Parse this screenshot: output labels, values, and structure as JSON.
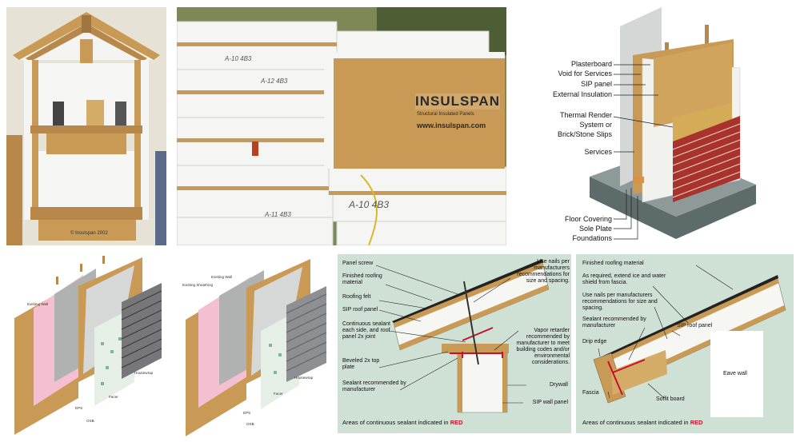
{
  "photo_model": {
    "stamp": "© Insulspan 2002"
  },
  "photo_stack": {
    "brand": "INSULSPAN",
    "brand_sub": "Structural Insulated Panels",
    "url": "www.insulspan.com",
    "marks": [
      "A-10 4B3",
      "A-12 4B3",
      "A-11 4B3",
      "A-10 4B3"
    ]
  },
  "wall_section": {
    "labels": [
      "Plasterboard",
      "Void for Services",
      "SIP panel",
      "External Insulation",
      "Thermal Render",
      "System or",
      "Brick/Stone Slips",
      "Services",
      "Floor Covering",
      "Sole Plate",
      "Foundations"
    ]
  },
  "retro_brick": {
    "labels": [
      "Existing Wall",
      "Facer",
      "Housewrap",
      "EPS",
      "OSB"
    ]
  },
  "retro_siding": {
    "labels": [
      "Existing Sheathing",
      "Existing Wall",
      "Housewrap",
      "Facer",
      "EPS",
      "OSB"
    ]
  },
  "roof_ridge": {
    "left": [
      "Panel screw",
      "Finished roofing material",
      "Roofing felt",
      "SIP roof panel",
      "Continuous sealant each side, and roof panel 2x joint",
      "Beveled 2x top plate",
      "Sealant recommended by manufacturer"
    ],
    "right": [
      "Use nails per manufacturers recommendations for size and spacing.",
      "Vapor retarder recommended by manufacturer to meet building codes and/or environmental considerations.",
      "Drywall",
      "SIP wall panel"
    ],
    "footer_prefix": "Areas of continuous sealant indicated in",
    "footer_red": "RED"
  },
  "roof_eave": {
    "labels": [
      "Finished roofing material",
      "As required, extend ice and water shield from fascia.",
      "Use nails per manufacturers recommendations for size and spacing.",
      "Sealant recommended by manufacturer",
      "Drip edge",
      "SIP roof panel",
      "Eave wall",
      "Fascia",
      "Soffit board"
    ],
    "footer_prefix": "Areas of continuous sealant indicated in",
    "footer_red": "RED"
  },
  "colors": {
    "osb": "#c99a55",
    "eps": "#f3f3f0",
    "brick": "#a9332c",
    "detail_bg": "#cfe0d4",
    "sealant": "#c8102e"
  }
}
